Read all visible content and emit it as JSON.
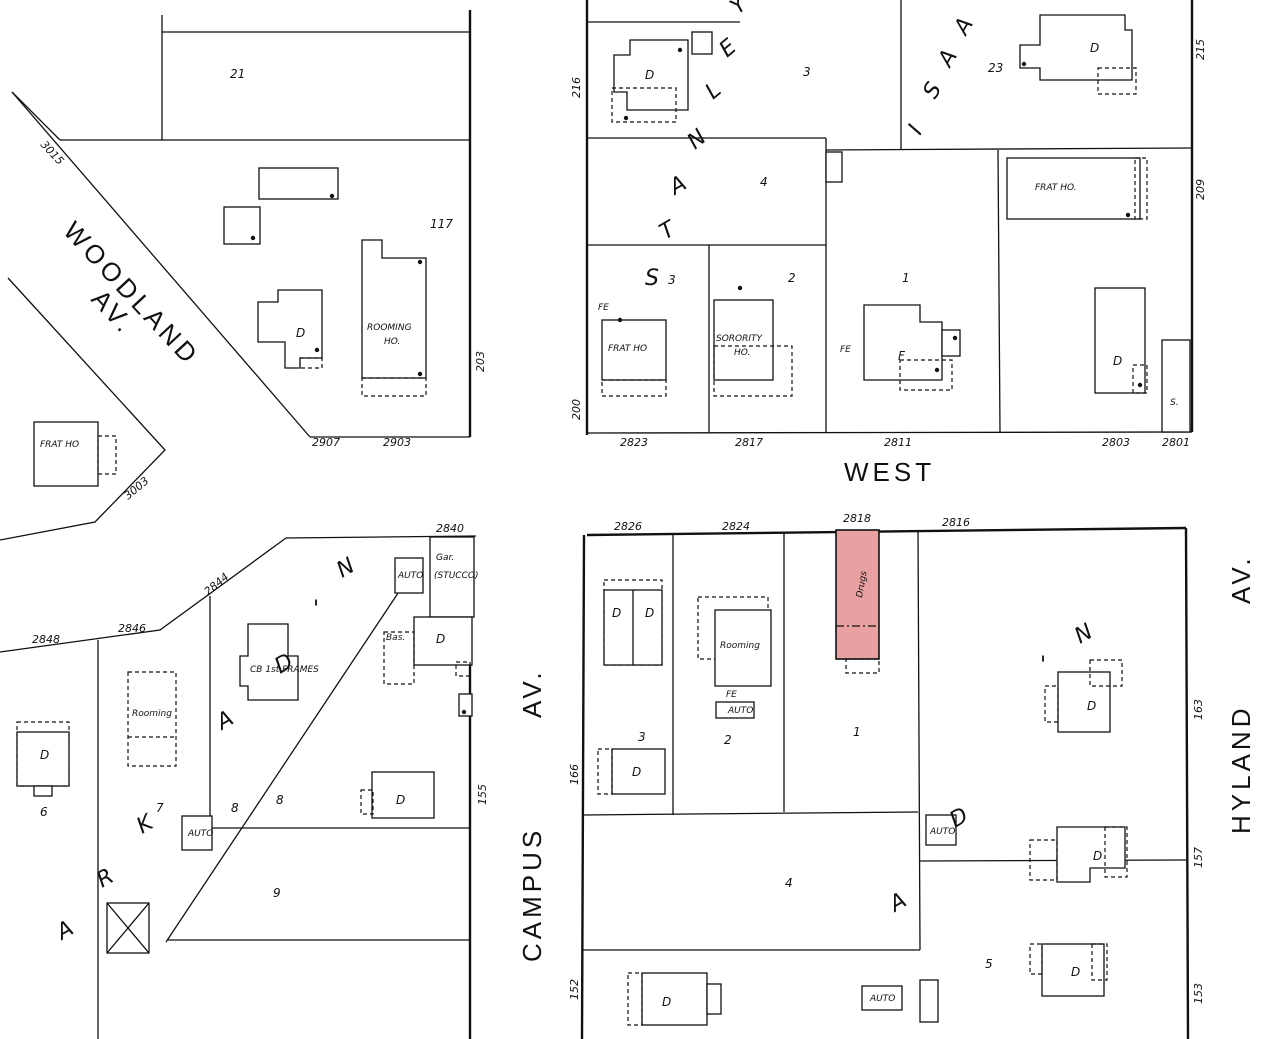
{
  "streets": {
    "west": "WEST",
    "campus_av_1": "CAMPUS",
    "campus_av_2": "AV.",
    "hyland_av_1": "HYLAND",
    "hyland_av_2": "AV.",
    "woodland_av_1": "WOODLAND",
    "woodland_av_2": "AV."
  },
  "addition_letters": {
    "stanley": [
      "S",
      "T",
      "A",
      "N",
      "L",
      "E",
      "Y"
    ],
    "isaa": [
      "I",
      "S",
      "A",
      "A"
    ],
    "parkadn_ark": [
      "A",
      "R",
      "K"
    ],
    "parkadn_adn": [
      "A",
      "D",
      "'",
      "N"
    ],
    "adn_right": [
      "A",
      "D",
      "'",
      "N"
    ]
  },
  "address_numbers": {
    "top_left": [
      "3015",
      "2907",
      "2903",
      "3003"
    ],
    "top_right": [
      "2823",
      "2817",
      "2811",
      "2803",
      "2801"
    ],
    "side_top": [
      "216",
      "215",
      "209",
      "200",
      "203"
    ],
    "bottom_left": [
      "2848",
      "2846",
      "2844",
      "2840"
    ],
    "bottom_right": [
      "2826",
      "2824",
      "2818",
      "2816"
    ],
    "side_bottom": [
      "155",
      "166",
      "152",
      "163",
      "157",
      "153"
    ]
  },
  "lots": [
    "21",
    "117",
    "23",
    "3",
    "4",
    "3",
    "2",
    "1",
    "7",
    "8",
    "8",
    "9",
    "6",
    "3",
    "2",
    "1",
    "4",
    "5"
  ],
  "buildings": {
    "frat_ho_1": "FRAT. HO.",
    "frat_ho_2": "FRAT HO.",
    "frat_ho_3": "FRAT HO",
    "frat_ho_left": "FRAT HO",
    "sorority_ho_1": "SORORITY",
    "sorority_ho_2": "HO.",
    "rooming_ho_1": "ROOMING",
    "rooming_ho_2": "HO.",
    "rooming_1": "Rooming",
    "rooming_2": "Rooming",
    "gar_stucco_1": "Gar.",
    "gar_stucco_2": "(STUCCO)",
    "auto": "AUTO",
    "bas": "Bas.",
    "drugs": "Drugs",
    "cb_frames": "CB 1st FRAMES",
    "fe": "FE",
    "dwelling": "D",
    "flat": "F",
    "store": "S."
  },
  "highlight_color": "#e8a0a0"
}
